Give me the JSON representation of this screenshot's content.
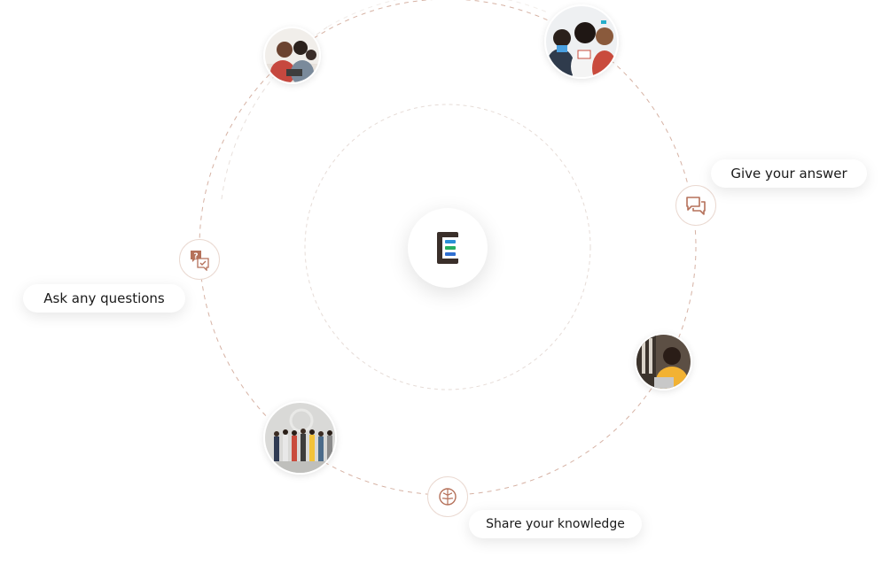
{
  "labels": {
    "ask": "Ask any questions",
    "answer": "Give your answer",
    "share": "Share your knowledge"
  },
  "center": {
    "logo_letter": "E",
    "logo_colors": {
      "letter": "#3a2f2a",
      "bar_top": "#2b8fd6",
      "bar_middle": "#27ae60",
      "bar_bottom": "#2f6fd1"
    }
  },
  "colors": {
    "ring_accent": "#c9a08f",
    "icon_accent": "#b5715a"
  },
  "icons": {
    "ask": "question-check-icon",
    "answer": "chat-bubbles-icon",
    "share": "brain-icon"
  },
  "photos": [
    "group-study-photo",
    "friends-phone-photo",
    "woman-laptop-photo",
    "group-wall-photo"
  ]
}
